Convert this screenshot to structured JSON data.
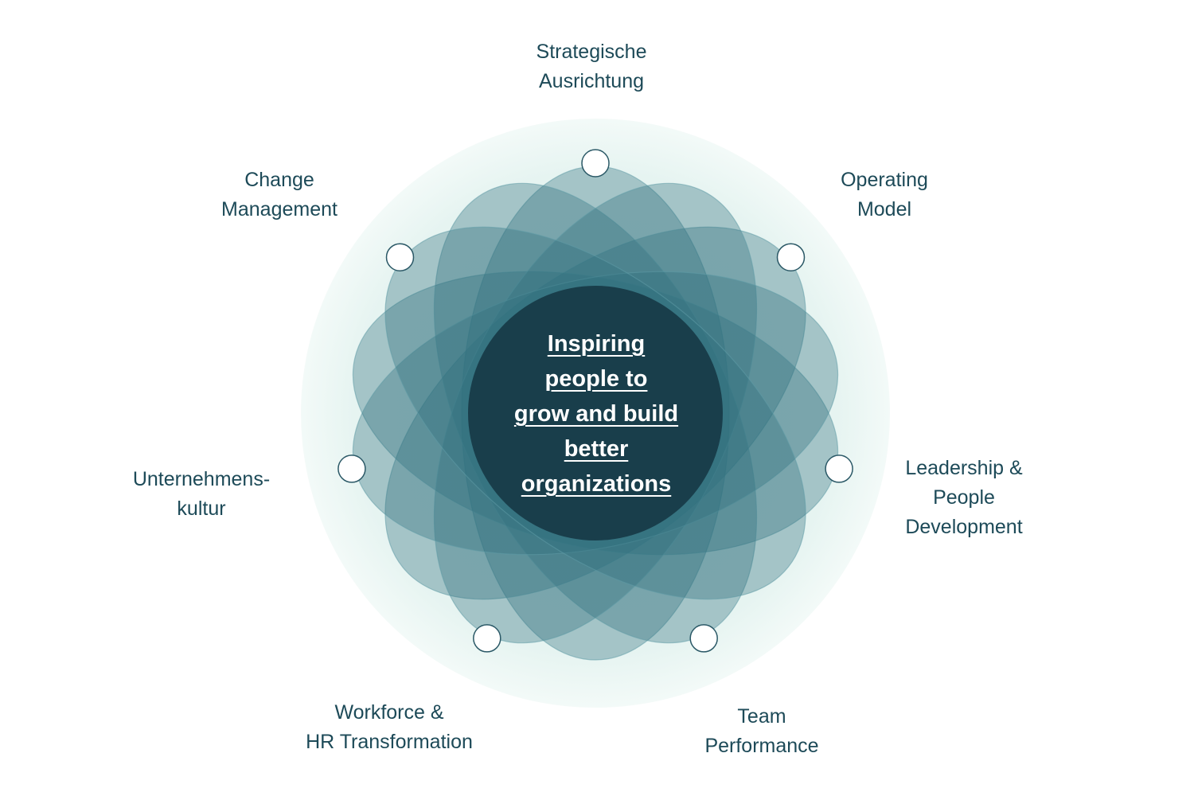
{
  "center": {
    "lines": [
      "Inspiring",
      "people to",
      "grow and build",
      "better",
      "organizations"
    ]
  },
  "areas": [
    {
      "id": "strategische-ausrichtung",
      "lines": [
        "Strategische",
        "Ausrichtung"
      ]
    },
    {
      "id": "operating-model",
      "lines": [
        "Operating",
        "Model"
      ]
    },
    {
      "id": "leadership-people-development",
      "lines": [
        "Leadership &",
        "People",
        "Development"
      ]
    },
    {
      "id": "team-performance",
      "lines": [
        "Team",
        "Performance"
      ]
    },
    {
      "id": "workforce-hr-transformation",
      "lines": [
        "Workforce &",
        "HR Transformation"
      ]
    },
    {
      "id": "unternehmenskultur",
      "lines": [
        "Unternehmens-",
        "kultur"
      ]
    },
    {
      "id": "change-management",
      "lines": [
        "Change",
        "Management"
      ]
    }
  ],
  "colors": {
    "petal": "#2f6f7e",
    "petal_stroke": "#5f9aa6",
    "core": "#173a47",
    "halo": "#e3f3ef",
    "text": "#1d4a58",
    "node_fill": "#ffffff",
    "node_stroke": "#2a5866"
  }
}
